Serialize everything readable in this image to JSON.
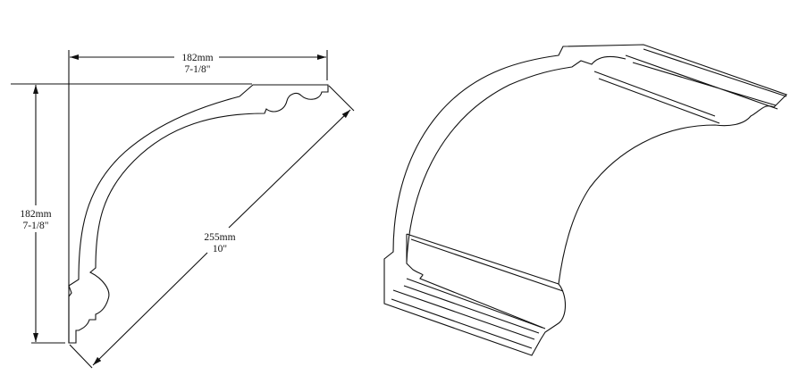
{
  "dimensions": {
    "width": {
      "mm": "182mm",
      "inch": "7-1/8\""
    },
    "height": {
      "mm": "182mm",
      "inch": "7-1/8\""
    },
    "projection": {
      "mm": "255mm",
      "inch": "10\""
    }
  },
  "colors": {
    "line": "#111111",
    "background": "#ffffff"
  }
}
